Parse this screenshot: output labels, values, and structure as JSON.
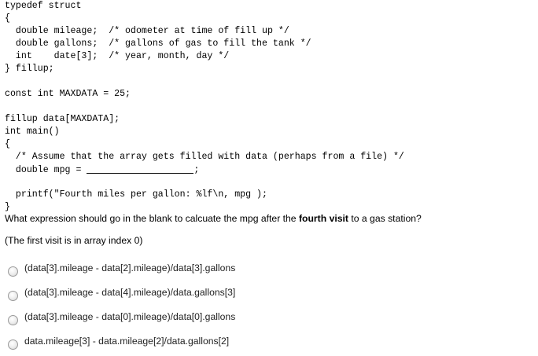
{
  "code": {
    "lines": [
      "typedef struct",
      "{",
      "  double mileage;  /* odometer at time of fill up */",
      "  double gallons;  /* gallons of gas to fill the tank */",
      "  int    date[3];  /* year, month, day */",
      "} fillup;",
      "",
      "const int MAXDATA = 25;",
      "",
      "fillup data[MAXDATA];",
      "int main()",
      "{",
      "  /* Assume that the array gets filled with data (perhaps from a file) */",
      "  double mpg = ",
      "",
      "  printf(\"Fourth miles per gallon: %lf\\n, mpg );",
      "}"
    ],
    "blank_suffix": ";"
  },
  "question": {
    "before": "What expression should go in the blank to calcuate the mpg after the ",
    "bold": "fourth visit",
    "after": " to a gas station?"
  },
  "note": "(The first visit is in array index 0)",
  "options": [
    {
      "label": "(data[3].mileage - data[2].mileage)/data[3].gallons",
      "selected": false
    },
    {
      "label": "(data[3].mileage - data[4].mileage)/data.gallons[3]",
      "selected": false
    },
    {
      "label": "(data[3].mileage - data[0].mileage)/data[0].gallons",
      "selected": false
    },
    {
      "label": "data.mileage[3] - data.mileage[2]/data.gallons[2]",
      "selected": false
    }
  ]
}
